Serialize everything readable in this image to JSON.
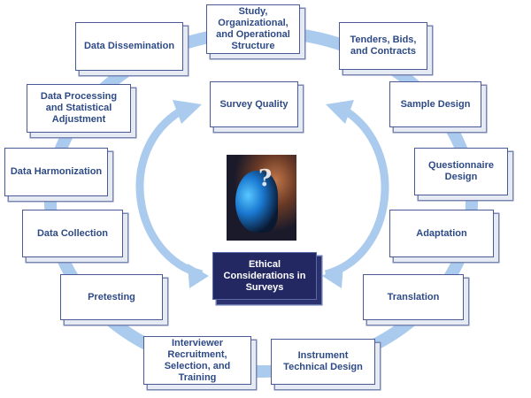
{
  "diagram": {
    "center_top": "Survey Quality",
    "center_bottom": "Ethical Considerations in Surveys",
    "center_image": "head-with-question-mark-image",
    "cycle": [
      "Study, Organizational, and Operational Structure",
      "Tenders, Bids, and Contracts",
      "Sample Design",
      "Questionnaire Design",
      "Adaptation",
      "Translation",
      "Instrument Technical Design",
      "Interviewer Recruitment, Selection, and Training",
      "Pretesting",
      "Data Collection",
      "Data Harmonization",
      "Data Processing and Statistical Adjustment",
      "Data Dissemination"
    ]
  },
  "colors": {
    "ring": "#aacbee",
    "box_text": "#2e4a86",
    "center_box": "#232862"
  }
}
